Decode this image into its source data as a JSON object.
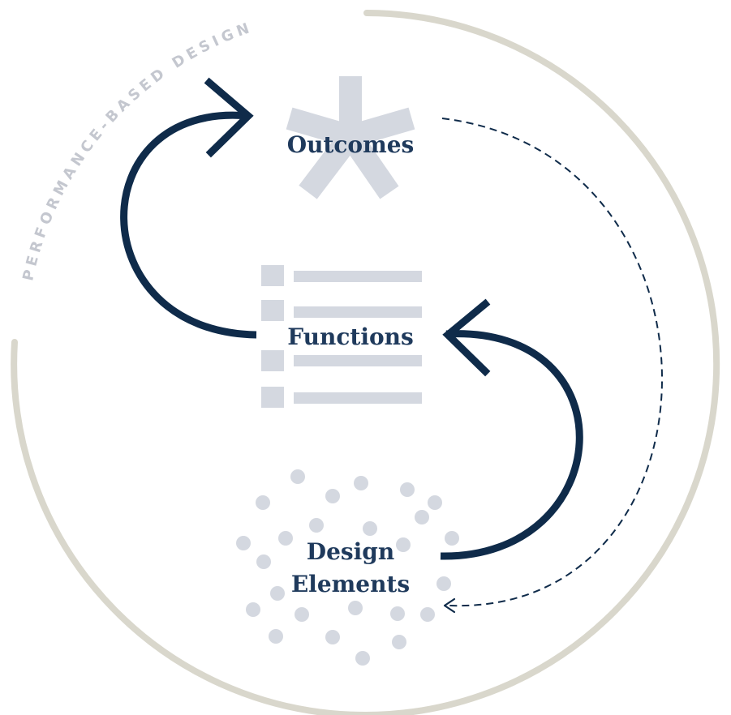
{
  "diagram": {
    "arc_caption": "PERFORMANCE-BASED DESIGN",
    "nodes": {
      "outcomes": "Outcomes",
      "functions": "Functions",
      "design_elements_line1": "Design",
      "design_elements_line2": "Elements"
    },
    "colors": {
      "arrow": "#0f2b4a",
      "ring": "#d9d7cc",
      "icon": "#d4d8e0",
      "caption": "#c4c7cf",
      "label": "#1f3a5c"
    }
  }
}
